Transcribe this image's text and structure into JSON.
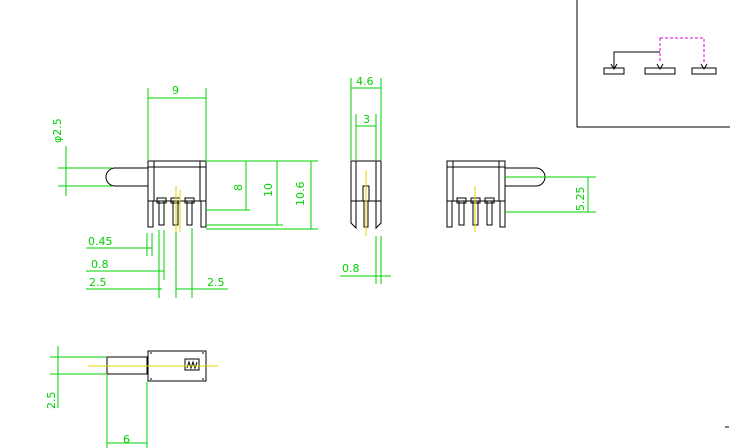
{
  "colors": {
    "dimension": "#00d000",
    "outline": "#000000",
    "centerline": "#e6d400",
    "schematic_link": "#e000e0",
    "background": "#ffffff"
  },
  "dimensions": {
    "width_9": "9",
    "knob_dia": "φ2.5",
    "h_8": "8",
    "h_10": "10",
    "h_10_6": "10.6",
    "pin_045": "0.45",
    "pin_08_front": "0.8",
    "pitch_25_a": "2.5",
    "pitch_25_b": "2.5",
    "side_46": "4.6",
    "side_3": "3",
    "side_08": "0.8",
    "back_525": "5.25",
    "bottom_25": "2.5",
    "bottom_6": "6"
  }
}
